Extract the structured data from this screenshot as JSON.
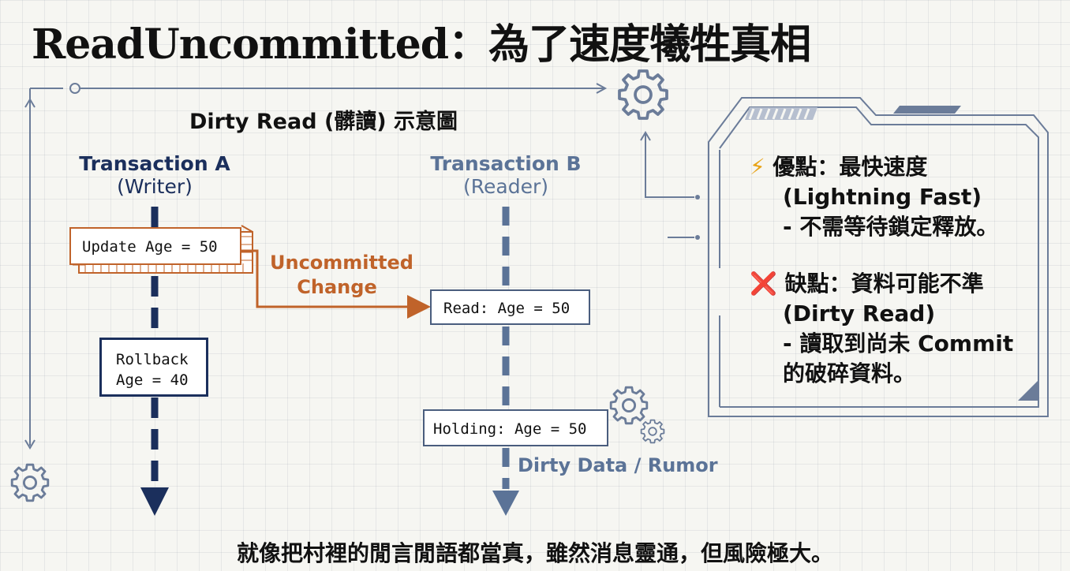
{
  "title": "ReadUncommitted：為了速度犧牲真相",
  "diagram_label": "Dirty Read (髒讀) 示意圖",
  "transaction_a": {
    "name": "Transaction A",
    "role": "(Writer)"
  },
  "transaction_b": {
    "name": "Transaction B",
    "role": "(Reader)"
  },
  "boxes": {
    "update": "Update Age = 50",
    "rollback": "Rollback\nAge = 40",
    "read": "Read: Age = 50",
    "holding": "Holding: Age = 50"
  },
  "arrow_label": {
    "line1": "Uncommitted",
    "line2": "Change"
  },
  "dirty_data_label": "Dirty Data / Rumor",
  "panel": {
    "pros_icon": "⚡",
    "pros_line1": "優點：最快速度",
    "pros_line2": "(Lightning Fast)",
    "pros_line3": "- 不需等待鎖定釋放。",
    "cons_icon": "❌",
    "cons_line1": "缺點：資料可能不準",
    "cons_line2": "(Dirty Read)",
    "cons_line3": "- 讀取到尚未 Commit",
    "cons_line4": "的破碎資料。"
  },
  "bottom_caption": "就像把村裡的閒言閒語都當真，雖然消息靈通，但風險極大。",
  "colors": {
    "navy": "#1b2f5c",
    "steel_blue": "#5b7397",
    "orange": "#c0632a",
    "line_gray": "#6b7c99"
  },
  "icons": [
    "gear-icon",
    "lightning-icon",
    "cross-icon",
    "arrow-down-icon"
  ]
}
